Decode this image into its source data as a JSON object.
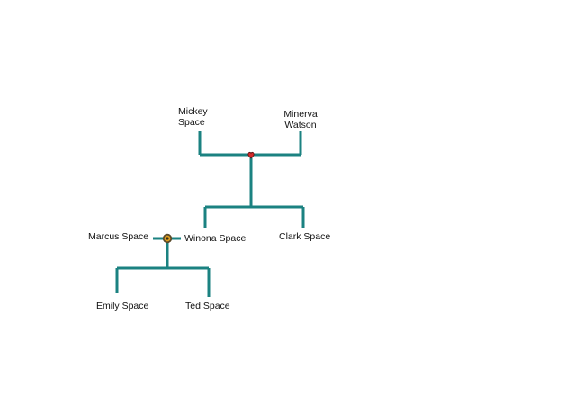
{
  "colors": {
    "branch_line": "#1b8281",
    "heart": "#d42a2a",
    "heart_outline": "#5a1010",
    "ring_outer": "#5b4a2a",
    "ring_inner": "#e0a020",
    "ring_center": "#3a2c12",
    "label_text": "#111111"
  },
  "icons": {
    "marriage_1": "heart-icon",
    "marriage_2": "rings-icon"
  },
  "people": {
    "mickey": "Mickey\nSpace",
    "minerva": "Minerva\nWatson",
    "marcus": "Marcus Space",
    "winona": "Winona Space",
    "clark": "Clark Space",
    "emily": "Emily Space",
    "ted": "Ted Space"
  }
}
